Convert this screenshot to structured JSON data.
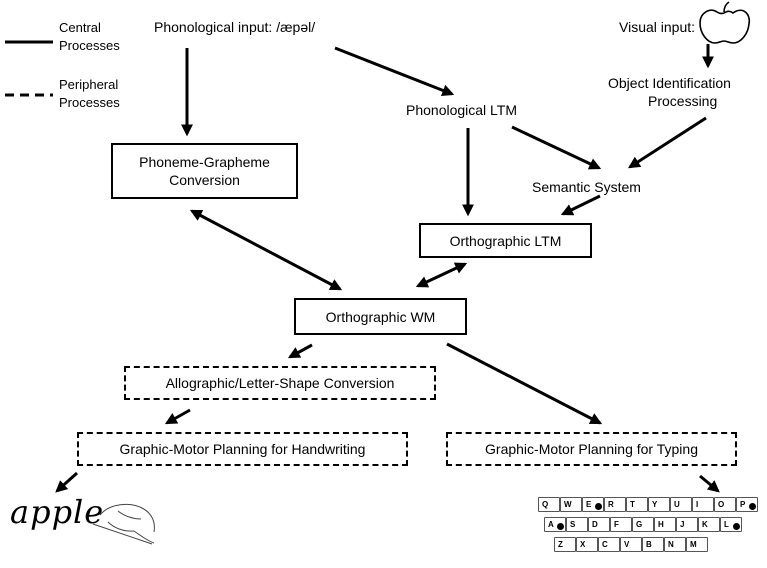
{
  "legend": {
    "central": [
      "Central",
      "Processes"
    ],
    "peripheral": [
      "Peripheral",
      "Processes"
    ]
  },
  "inputs": {
    "phonological": "Phonological input: /æpəl/",
    "visual": "Visual input:"
  },
  "nodes": {
    "object_identification": [
      "Object Identification",
      "Processing"
    ],
    "phonological_ltm": "Phonological LTM",
    "phoneme_grapheme": [
      "Phoneme-Grapheme",
      "Conversion"
    ],
    "semantic_system": "Semantic System",
    "orthographic_ltm": "Orthographic LTM",
    "orthographic_wm": "Orthographic WM",
    "allographic": "Allographic/Letter-Shape Conversion",
    "motor_handwriting": "Graphic-Motor Planning for Handwriting",
    "motor_typing": "Graphic-Motor Planning for Typing"
  },
  "outputs": {
    "handwritten_word": "apple",
    "keyboard_rows": [
      [
        "Q",
        "W",
        "E",
        "R",
        "T",
        "Y",
        "U",
        "I",
        "O",
        "P"
      ],
      [
        "A",
        "S",
        "D",
        "F",
        "G",
        "H",
        "J",
        "K",
        "L"
      ],
      [
        "Z",
        "X",
        "C",
        "V",
        "B",
        "N",
        "M"
      ]
    ],
    "highlighted_keys": [
      "E",
      "P",
      "A",
      "L"
    ]
  }
}
